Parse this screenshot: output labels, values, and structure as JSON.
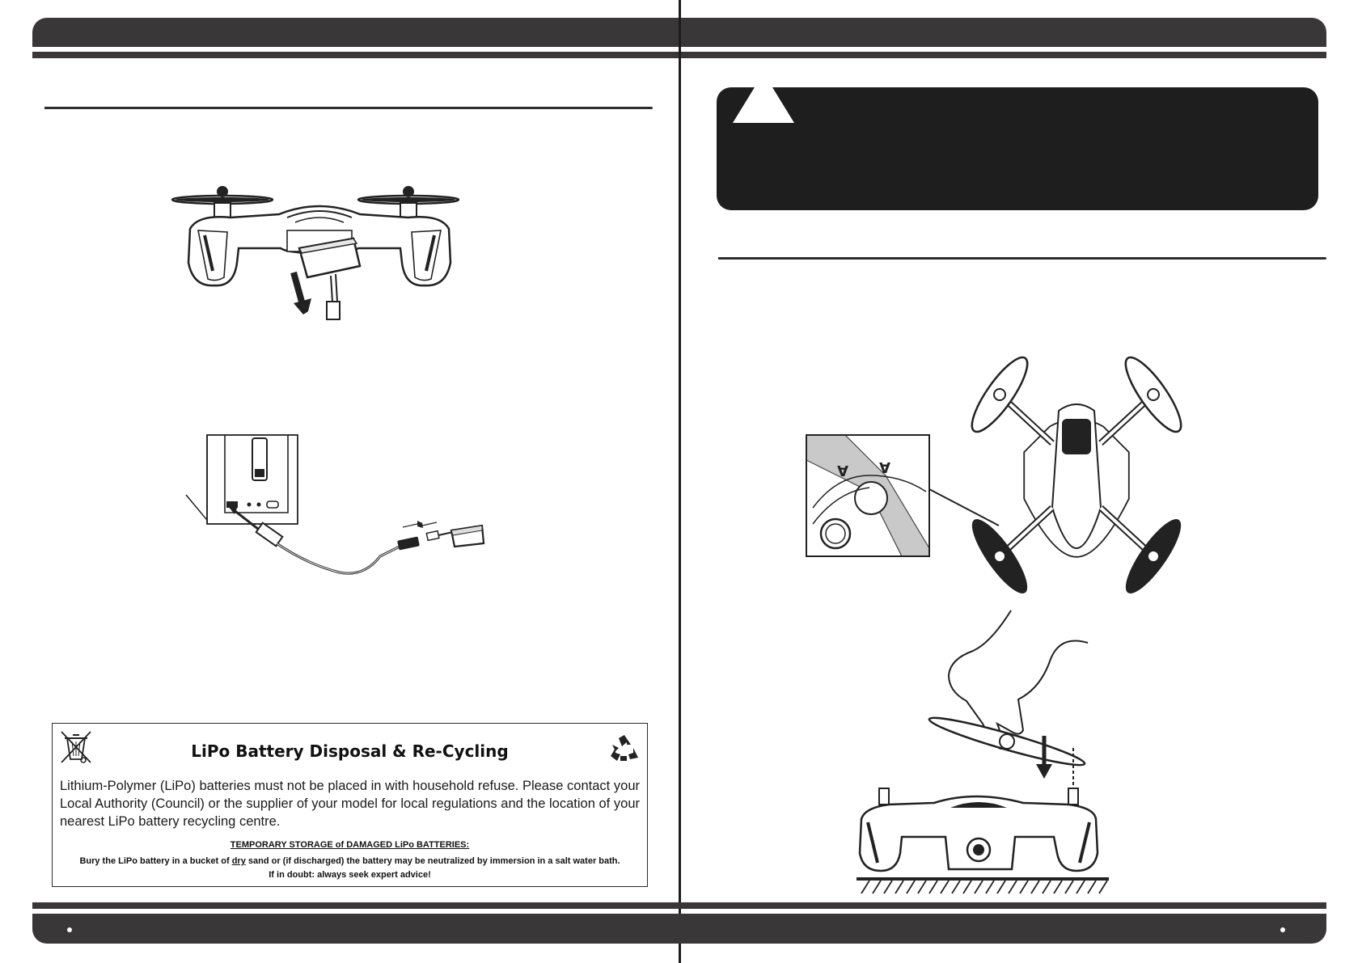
{
  "lipo_notice": {
    "title": "LiPo Battery Disposal & Re-Cycling",
    "body": "Lithium-Polymer (LiPo) batteries must not be placed in with household refuse. Please contact your Local Authority (Council) or the supplier of your model for local regulations and the location of your nearest LiPo battery recycling centre.",
    "storage_heading": "TEMPORARY STORAGE of DAMAGED LiPo BATTERIES",
    "storage_heading_suffix": ":",
    "storage_line_before": "Bury the LiPo battery in a bucket of ",
    "storage_line_emphasis": "dry",
    "storage_line_after": " sand or (if discharged) the battery may be neutralized by immersion in a salt water bath.",
    "advice": "If in doubt: always seek expert advice!"
  },
  "propeller_label": "A",
  "icons": {
    "disposal": "crossed-out-wheelie-bin-icon",
    "recycle": "recycle-icon",
    "warning": "warning-triangle-icon"
  },
  "colors": {
    "band": "#3a3738",
    "warning_box": "#1e1e1e",
    "ink": "#1f1f1f"
  }
}
